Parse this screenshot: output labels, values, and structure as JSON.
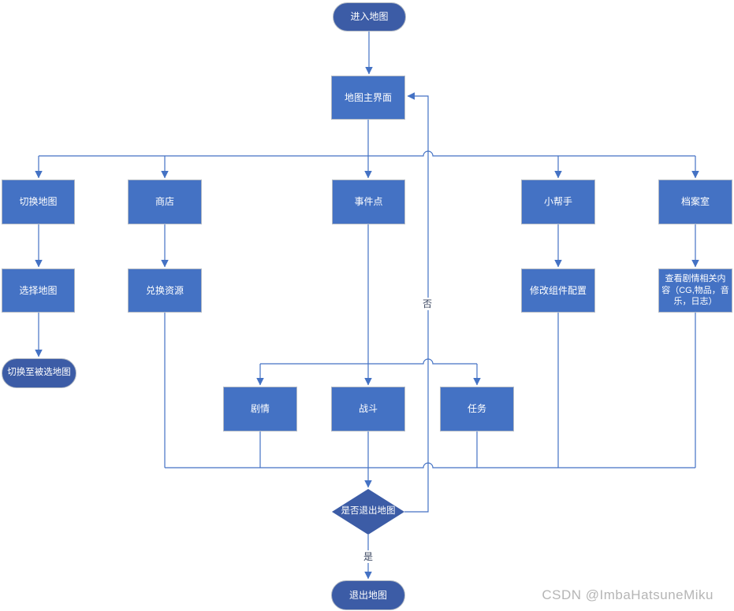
{
  "diagram": {
    "nodes": {
      "enter_map": {
        "label": "进入地图",
        "shape": "terminator"
      },
      "main_interface": {
        "label": "地图主界面",
        "shape": "process"
      },
      "switch_map": {
        "label": "切换地图",
        "shape": "process"
      },
      "shop": {
        "label": "商店",
        "shape": "process"
      },
      "event_point": {
        "label": "事件点",
        "shape": "process"
      },
      "helper": {
        "label": "小帮手",
        "shape": "process"
      },
      "archive": {
        "label": "档案室",
        "shape": "process"
      },
      "select_map": {
        "label": "选择地图",
        "shape": "process"
      },
      "exchange_resources": {
        "label": "兑换资源",
        "shape": "process"
      },
      "modify_config": {
        "label": "修改组件配置",
        "shape": "process"
      },
      "view_content": {
        "label": "查看剧情相关内容（CG,物品，音乐，日志）",
        "shape": "process"
      },
      "switch_to_selected": {
        "label": "切换至被选地图",
        "shape": "terminator"
      },
      "plot": {
        "label": "剧情",
        "shape": "process"
      },
      "battle": {
        "label": "战斗",
        "shape": "process"
      },
      "task": {
        "label": "任务",
        "shape": "process"
      },
      "exit_decision": {
        "label": "是否退出地图",
        "shape": "decision"
      },
      "exit_map": {
        "label": "退出地图",
        "shape": "terminator"
      }
    },
    "edge_labels": {
      "no": "否",
      "yes": "是"
    },
    "colors": {
      "process_fill": "#4472c4",
      "terminator_fill": "#3c5ca6",
      "decision_fill": "#3c5ca6",
      "connector": "#4472c4",
      "node_text": "#ffffff",
      "edge_label_text": "#39455f",
      "shape_border": "#b3bac4"
    }
  },
  "watermark": {
    "text": "CSDN @ImbaHatsuneMiku",
    "color": "#b5b5b5"
  }
}
